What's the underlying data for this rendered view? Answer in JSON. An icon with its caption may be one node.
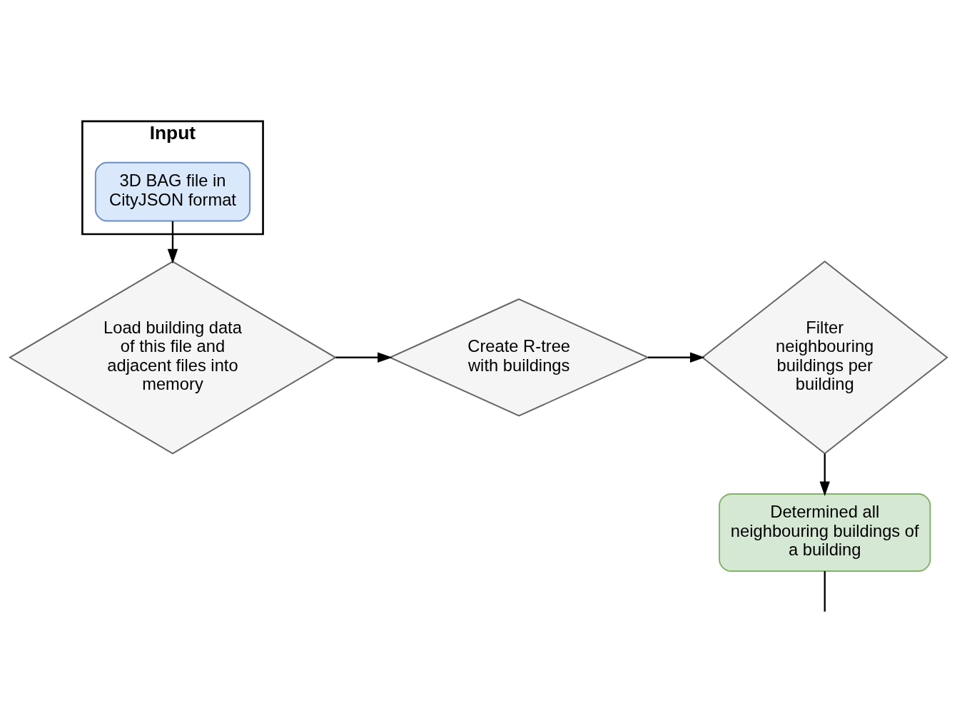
{
  "diagram": {
    "nodes": [
      {
        "text": [
          "Input"
        ]
      },
      {
        "text": [
          "3D BAG file in CityJSON format"
        ],
        "in": 0
      },
      {
        "text": [
          "Load building data of this file and adjacent files into memory"
        ]
      },
      {
        "text": [
          "Create R-tree with buildings"
        ]
      },
      {
        "text": [
          "Filter neighbouring buildings per building"
        ]
      },
      {
        "text": [
          "Determined all neighbouring buildings of a building"
        ]
      }
    ],
    "edges": [
      {
        "from": 1,
        "to": 2,
        "arrow": "to"
      },
      {
        "from": 2,
        "to": 3,
        "arrow": "to"
      },
      {
        "from": 3,
        "to": 4,
        "arrow": "to"
      },
      {
        "from": 4,
        "to": 5,
        "arrow": "to"
      },
      {
        "from": 5,
        "to": null,
        "arrow": "none"
      }
    ]
  }
}
